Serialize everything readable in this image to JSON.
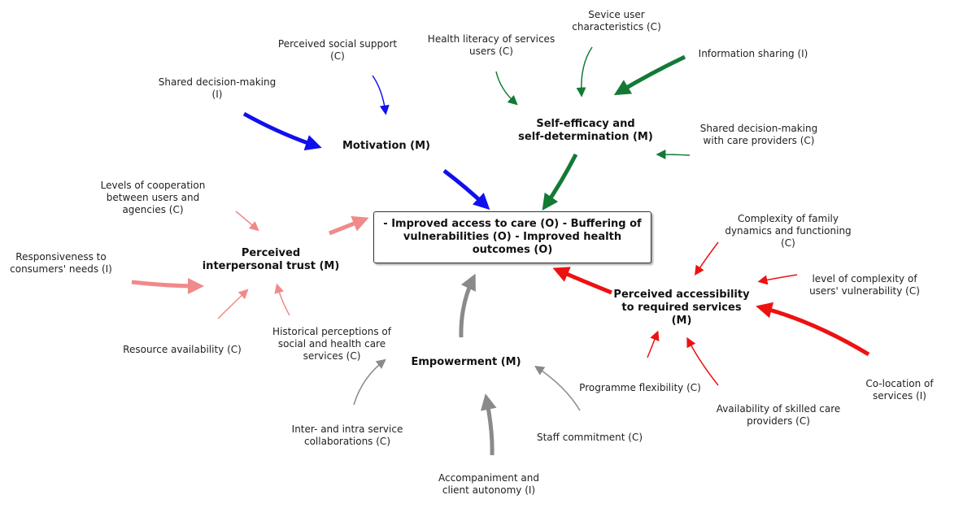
{
  "colors": {
    "blue": "#1010ee",
    "green": "#127a35",
    "pink": "#f08a8a",
    "red": "#ee1111",
    "gray": "#8a8a8a"
  },
  "outcome": {
    "text": "- Improved access to care (O) - Buffering of vulnerabilities (O) - Improved health outcomes (O)"
  },
  "mechanisms": {
    "motivation": "Motivation (M)",
    "self_efficacy": "Self-efficacy and\nself-determination (M)",
    "trust": "Perceived\ninterpersonal trust (M)",
    "accessibility": "Perceived accessibility\nto required services\n(M)",
    "empowerment": "Empowerment (M)"
  },
  "factors": {
    "shared_decision": "Shared decision-making\n(I)",
    "social_support": "Perceived social support\n(C)",
    "health_literacy": "Health literacy of services\nusers (C)",
    "user_characteristics": "Sevice user\ncharacteristics (C)",
    "information_sharing": "Information sharing (I)",
    "shared_decision_providers": "Shared decision-making\nwith care providers (C)",
    "cooperation": "Levels of cooperation\nbetween users and\nagencies (C)",
    "responsiveness": "Responsiveness to\nconsumers' needs (I)",
    "resource_availability": "Resource availability (C)",
    "historical_perceptions": "Historical perceptions of\nsocial and health care\nservices (C)",
    "family_dynamics": "Complexity of family\ndynamics and functioning\n(C)",
    "vulnerability": "level of complexity of\nusers' vulnerability (C)",
    "colocation": "Co-location of services (I)",
    "skilled_providers": "Availability of skilled care\nproviders (C)",
    "programme_flexibility": "Programme flexibility (C)",
    "staff_commitment": "Staff commitment (C)",
    "accompaniment": "Accompaniment and\nclient autonomy (I)",
    "collaborations": "Inter- and intra service\ncollaborations (C)"
  }
}
